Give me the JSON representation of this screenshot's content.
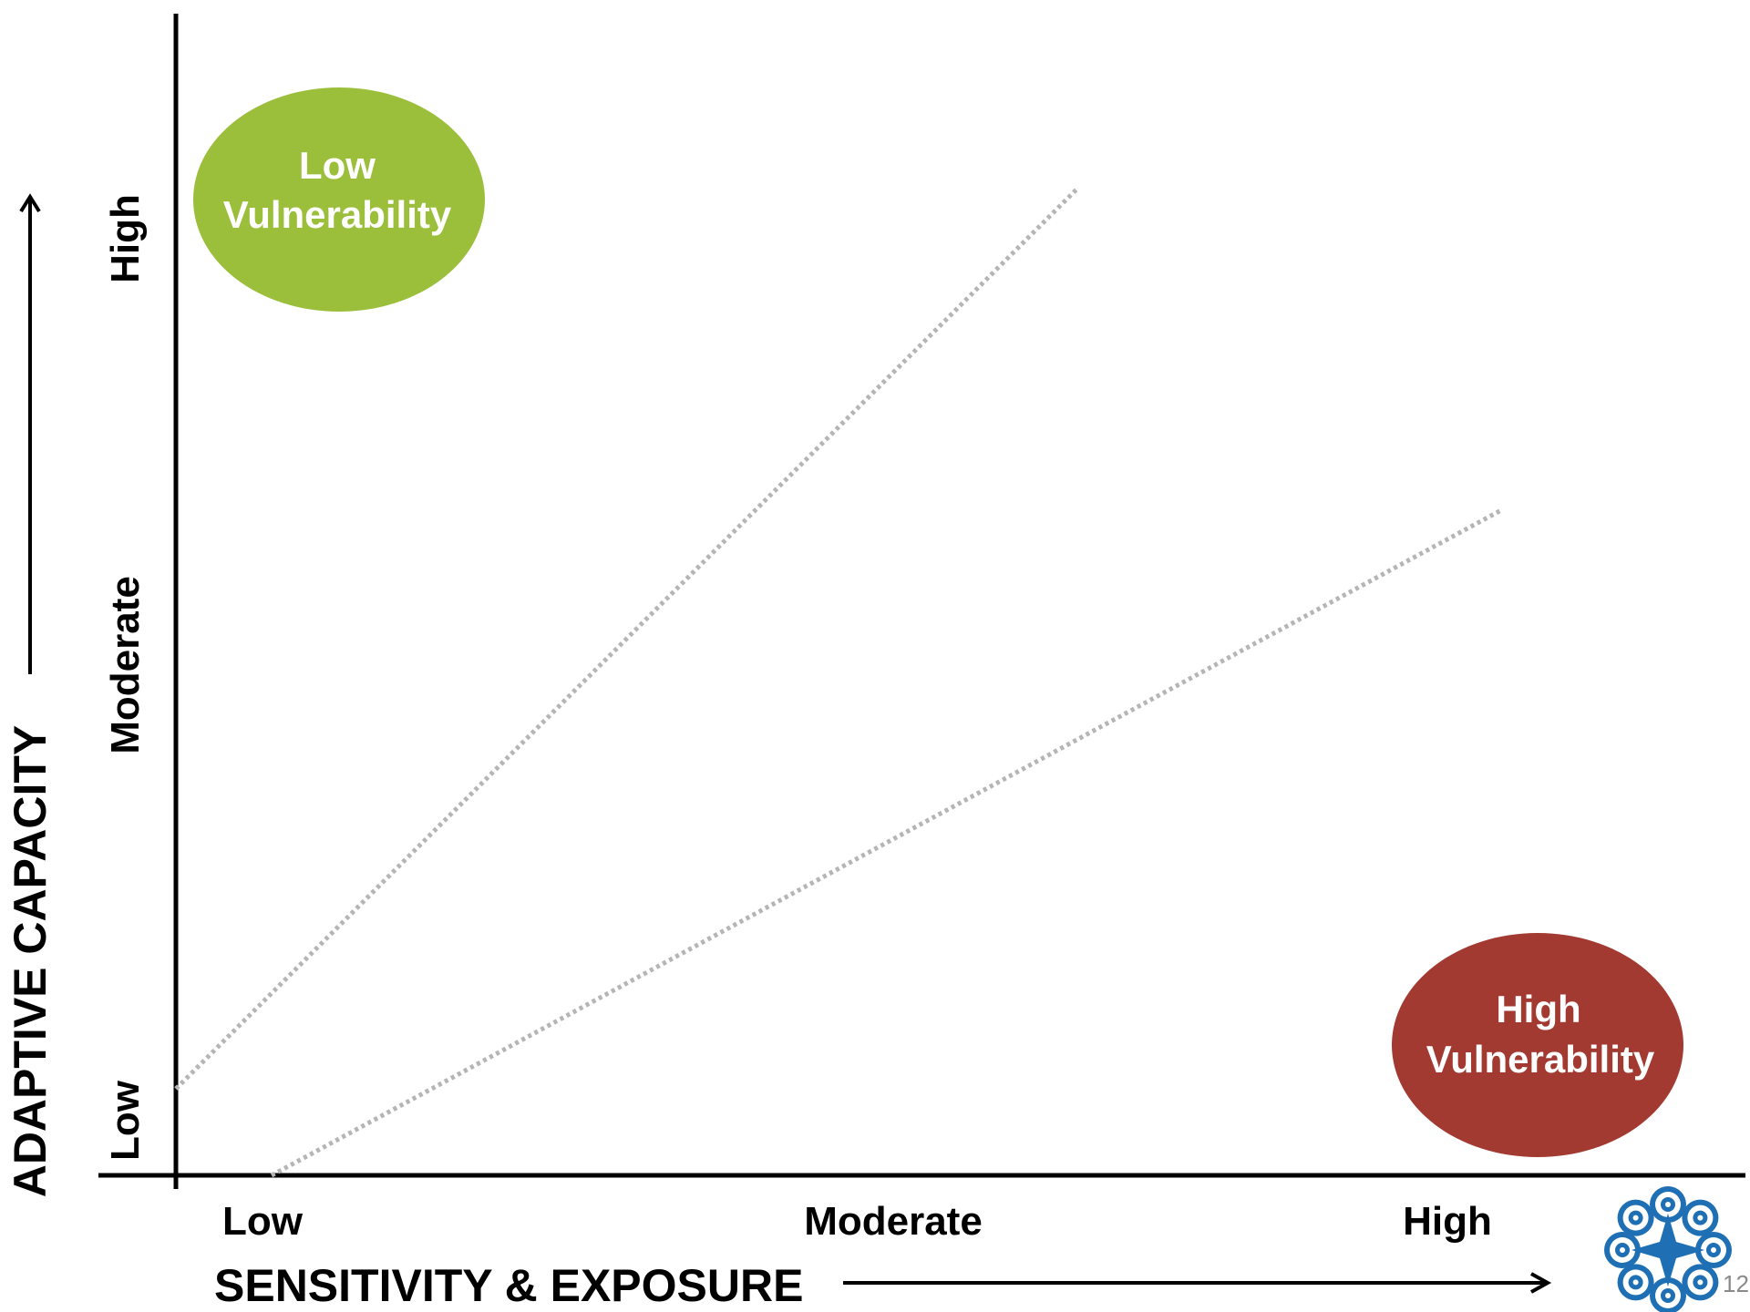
{
  "diagram": {
    "y_axis": {
      "title": "ADAPTIVE CAPACITY",
      "ticks": [
        "Low",
        "Moderate",
        "High"
      ]
    },
    "x_axis": {
      "title": "SENSITIVITY & EXPOSURE",
      "ticks": [
        "Low",
        "Moderate",
        "High"
      ]
    },
    "low_vulnerability": {
      "line1": "Low",
      "line2": "Vulnerability",
      "color": "#9bbe3b"
    },
    "high_vulnerability": {
      "line1": "High",
      "line2": "Vulnerability",
      "color": "#a33a32"
    },
    "divider_color": "#b5b5b5",
    "logo": {
      "name": "flower-logo-icon",
      "color": "#1f6fb4"
    },
    "page_number": "12"
  }
}
